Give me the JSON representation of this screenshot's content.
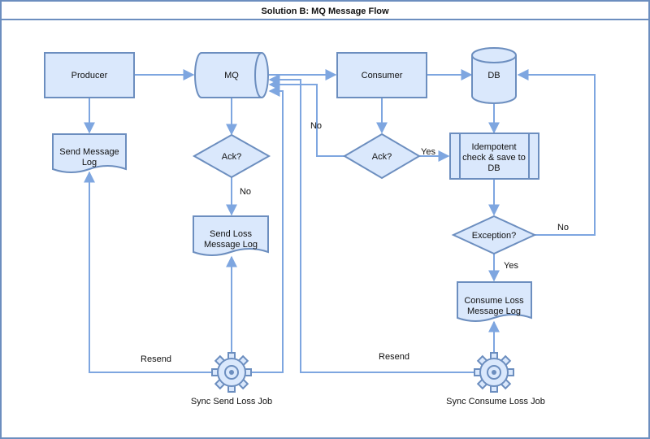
{
  "title": "Solution B: MQ Message Flow",
  "colors": {
    "fill": "#dae8fc",
    "stroke": "#6c8ebf",
    "edge": "#7ea6e0",
    "frame": "#6c8ebf"
  },
  "nodes": {
    "producer": "Producer",
    "mq": "MQ",
    "consumer": "Consumer",
    "db": "DB",
    "send_message_log": [
      "Send Message",
      "Log"
    ],
    "ack_send": "Ack?",
    "send_loss_log": [
      "Send Loss",
      "Message Log"
    ],
    "ack_consume": "Ack?",
    "idempotent": [
      "Idempotent",
      "check & save to",
      "DB"
    ],
    "exception": "Exception?",
    "consume_loss_log": [
      "Consume Loss",
      "Message Log"
    ],
    "sync_send_job": "Sync Send Loss Job",
    "sync_consume_job": "Sync Consume Loss Job"
  },
  "edge_labels": {
    "no_send_ack": "No",
    "no_consume_ack": "No",
    "yes_consume_ack": "Yes",
    "no_exception": "No",
    "yes_exception": "Yes",
    "resend_left": "Resend",
    "resend_right": "Resend"
  },
  "icons": {
    "job": "gear-icon"
  }
}
